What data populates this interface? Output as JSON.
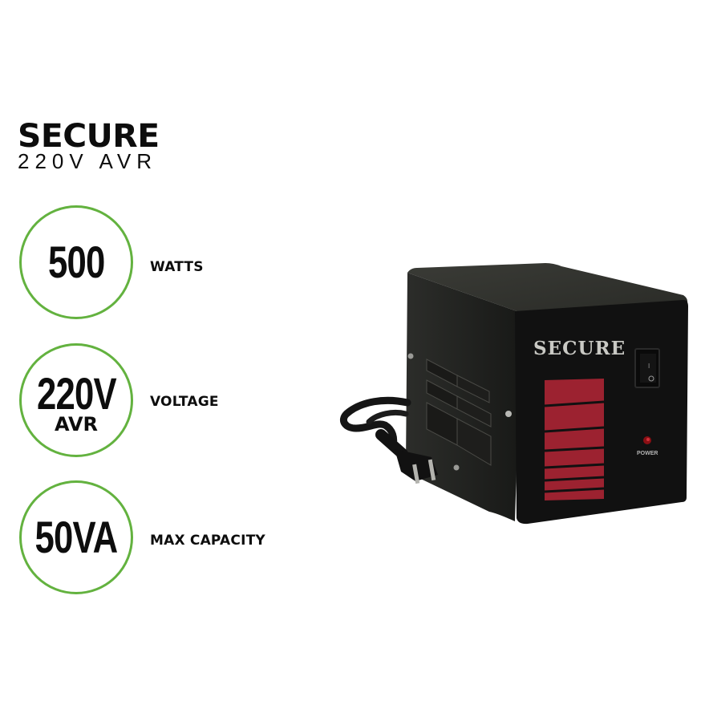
{
  "brand": {
    "name": "SECURE",
    "subtitle": "220V AVR"
  },
  "specs": [
    {
      "value": "500",
      "sub_value": "",
      "label": "WATTS"
    },
    {
      "value": "220V",
      "sub_value": "AVR",
      "label": "VOLTAGE"
    },
    {
      "value": "50VA",
      "sub_value": "",
      "label": "MAX CAPACITY"
    }
  ],
  "product": {
    "front_logo": "SECURE",
    "power_label": "POWER",
    "switch_on_symbol": "I",
    "switch_off_symbol": "O"
  },
  "colors": {
    "accent_green": "#63b23f",
    "body_black": "#141414",
    "panel_red": "#9c2230",
    "logo_gray": "#c9c9c4"
  }
}
